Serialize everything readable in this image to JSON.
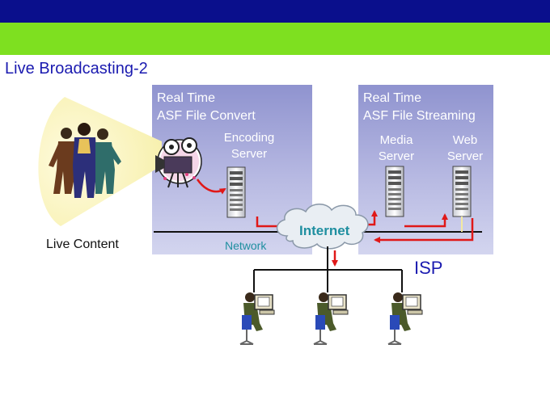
{
  "header": {
    "title": "Live Broadcasting-2"
  },
  "convert_panel": {
    "title_line1": "Real Time",
    "title_line2": "ASF File Convert",
    "encoding_line1": "Encoding",
    "encoding_line2": "Server"
  },
  "streaming_panel": {
    "title_line1": "Real Time",
    "title_line2": "ASF File Streaming",
    "media_line1": "Media",
    "media_line2": "Server",
    "web_line1": "Web",
    "web_line2": "Server"
  },
  "labels": {
    "live_content": "Live Content",
    "network": "Network",
    "internet": "Internet",
    "isp": "ISP"
  },
  "colors": {
    "header_navy": "#0a0f8c",
    "header_green": "#7ee020",
    "title_blue": "#1b1bb0",
    "arrow_red": "#e01818",
    "network_teal": "#1f8fa0"
  },
  "icons": [
    "people-group-icon",
    "video-camera-icon",
    "server-tower-icon",
    "cloud-icon",
    "computer-user-icon"
  ]
}
